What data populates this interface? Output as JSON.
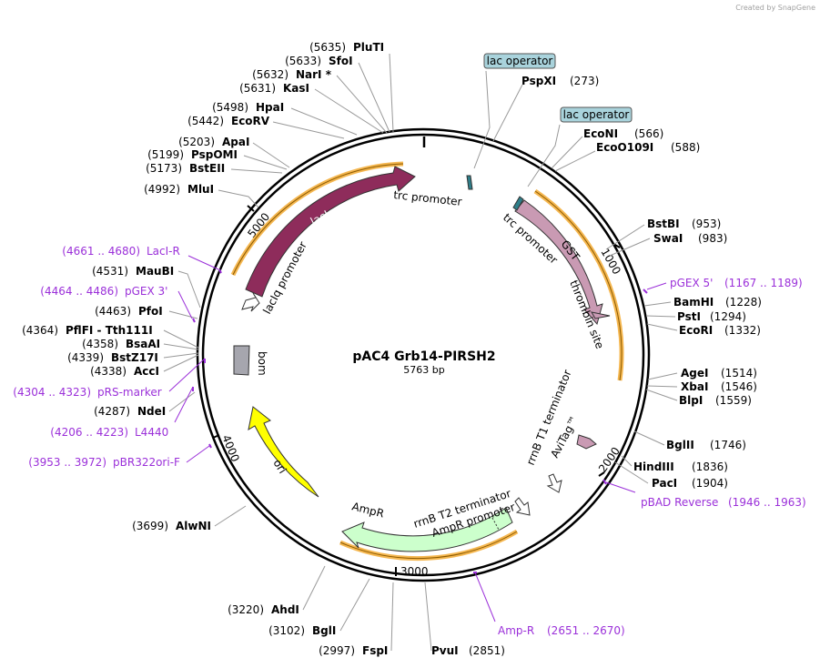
{
  "credit": "Created by SnapGene",
  "title": "pAC4 Grb14-PIRSH2",
  "length_text": "5763 bp",
  "ticks": [
    "1000",
    "2000",
    "3000",
    "4000",
    "5000"
  ],
  "lac_operator_1": "lac operator",
  "lac_operator_2": "lac operator",
  "features": {
    "lacI": "lacI",
    "lacIq_promoter": "lacIq promoter",
    "trc_promoter_top": "trc promoter",
    "trc_promoter_right": "trc promoter",
    "GST": "GST",
    "thrombin_site": "thrombin site",
    "rrnB_T1": "rrnB T1 terminator",
    "AviTag": "AviTag™",
    "rrnB_T2": "rrnB T2 terminator",
    "AmpR_promoter": "AmpR promoter",
    "AmpR": "AmpR",
    "ori": "ori",
    "bom": "bom"
  },
  "sites": [
    {
      "pos": "(5635)",
      "name": "PluTI"
    },
    {
      "pos": "(5633)",
      "name": "SfoI"
    },
    {
      "pos": "(5632)",
      "name": "NarI *"
    },
    {
      "pos": "(5631)",
      "name": "KasI"
    },
    {
      "pos": "(5498)",
      "name": "HpaI"
    },
    {
      "pos": "(5442)",
      "name": "EcoRV"
    },
    {
      "pos": "(5203)",
      "name": "ApaI"
    },
    {
      "pos": "(5199)",
      "name": "PspOMI"
    },
    {
      "pos": "(5173)",
      "name": "BstEII"
    },
    {
      "pos": "(4992)",
      "name": "MluI"
    },
    {
      "pos": "(4531)",
      "name": "MauBI"
    },
    {
      "pos": "(4463)",
      "name": "PfoI"
    },
    {
      "pos": "(4364)",
      "name": "PflFI - Tth111I"
    },
    {
      "pos": "(4358)",
      "name": "BsaAI"
    },
    {
      "pos": "(4339)",
      "name": "BstZ17I"
    },
    {
      "pos": "(4338)",
      "name": "AccI"
    },
    {
      "pos": "(4287)",
      "name": "NdeI"
    },
    {
      "pos": "(3699)",
      "name": "AlwNI"
    },
    {
      "pos": "(3220)",
      "name": "AhdI"
    },
    {
      "pos": "(3102)",
      "name": "BglI"
    },
    {
      "pos": "(2997)",
      "name": "FspI"
    },
    {
      "pos": "(2851)",
      "name": "PvuI"
    },
    {
      "pos": "(273)",
      "name": "PspXI"
    },
    {
      "pos": "(566)",
      "name": "EcoNI"
    },
    {
      "pos": "(588)",
      "name": "EcoO109I"
    },
    {
      "pos": "(953)",
      "name": "BstBI"
    },
    {
      "pos": "(983)",
      "name": "SwaI"
    },
    {
      "pos": "(1228)",
      "name": "BamHI"
    },
    {
      "pos": "(1294)",
      "name": "PstI"
    },
    {
      "pos": "(1332)",
      "name": "EcoRI"
    },
    {
      "pos": "(1514)",
      "name": "AgeI"
    },
    {
      "pos": "(1546)",
      "name": "XbaI"
    },
    {
      "pos": "(1559)",
      "name": "BlpI"
    },
    {
      "pos": "(1746)",
      "name": "BglII"
    },
    {
      "pos": "(1836)",
      "name": "HindIII"
    },
    {
      "pos": "(1904)",
      "name": "PacI"
    }
  ],
  "primers": [
    {
      "name": "LacI-R",
      "range": "(4661 .. 4680)"
    },
    {
      "name": "pGEX 3'",
      "range": "(4464 .. 4486)"
    },
    {
      "name": "pRS-marker",
      "range": "(4304 .. 4323)"
    },
    {
      "name": "L4440",
      "range": "(4206 .. 4223)"
    },
    {
      "name": "pBR322ori-F",
      "range": "(3953 .. 3972)"
    },
    {
      "name": "pGEX 5'",
      "range": "(1167 .. 1189)"
    },
    {
      "name": "pBAD Reverse",
      "range": "(1946 .. 1963)"
    },
    {
      "name": "Amp-R",
      "range": "(2651 .. 2670)"
    }
  ],
  "colors": {
    "lacI": "#8e2c5b",
    "GST": "#c99ab3",
    "AviTag": "#c99ab3",
    "ori": "#ffff00",
    "AmpR": "#ccffcc",
    "bom": "#a6a6ae",
    "orf": "#f5b750",
    "lac_operator_fill": "#a9d3dc",
    "primer": "#9b30d9"
  }
}
